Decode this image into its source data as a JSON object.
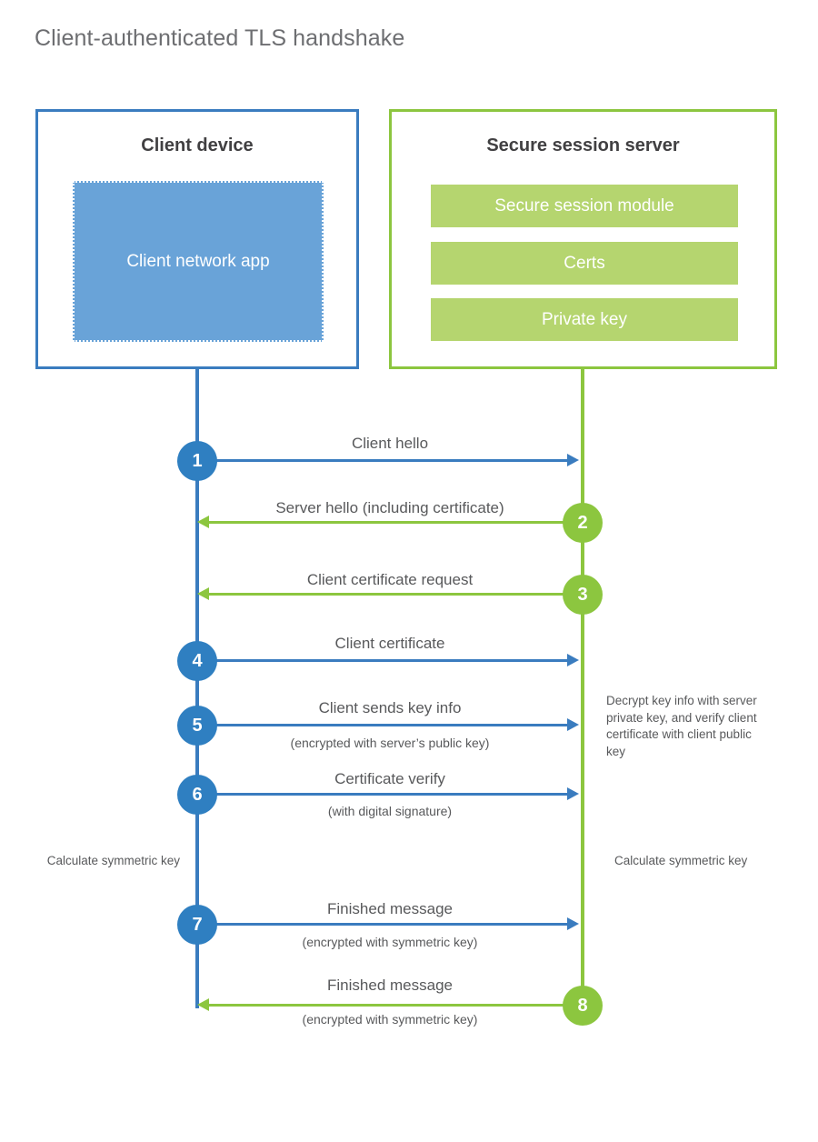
{
  "title": "Client-authenticated TLS handshake",
  "colors": {
    "client_blue": "#3a7cbf",
    "client_circle_blue": "#2f7fc1",
    "client_app_fill": "#69a3d8",
    "server_green": "#8cc63f",
    "server_bar_fill": "#b5d56f",
    "text_gray": "#58595b",
    "title_gray": "#6d6e71",
    "heading_dark": "#414042"
  },
  "client": {
    "title": "Client device",
    "app_label": "Client network app",
    "note": "Calculate symmetric key"
  },
  "server": {
    "title": "Secure session server",
    "bars": [
      {
        "label": "Secure session module"
      },
      {
        "label": "Certs"
      },
      {
        "label": "Private key"
      }
    ],
    "note_decrypt": "Decrypt key info with server private key, and verify client certificate with client public key",
    "note_calculate": "Calculate symmetric key"
  },
  "steps": [
    {
      "number": "1",
      "label": "Client hello",
      "sublabel": "",
      "direction": "client-to-server",
      "color": "blue"
    },
    {
      "number": "2",
      "label": "Server hello (including certificate)",
      "sublabel": "",
      "direction": "server-to-client",
      "color": "green"
    },
    {
      "number": "3",
      "label": "Client certificate request",
      "sublabel": "",
      "direction": "server-to-client",
      "color": "green"
    },
    {
      "number": "4",
      "label": "Client certificate",
      "sublabel": "",
      "direction": "client-to-server",
      "color": "blue"
    },
    {
      "number": "5",
      "label": "Client sends key info",
      "sublabel": "(encrypted with server’s public key)",
      "direction": "client-to-server",
      "color": "blue"
    },
    {
      "number": "6",
      "label": "Certificate verify",
      "sublabel": "(with digital signature)",
      "direction": "client-to-server",
      "color": "blue"
    },
    {
      "number": "7",
      "label": "Finished message",
      "sublabel": "(encrypted with symmetric key)",
      "direction": "client-to-server",
      "color": "blue"
    },
    {
      "number": "8",
      "label": "Finished message",
      "sublabel": "(encrypted with symmetric key)",
      "direction": "server-to-client",
      "color": "green"
    }
  ]
}
